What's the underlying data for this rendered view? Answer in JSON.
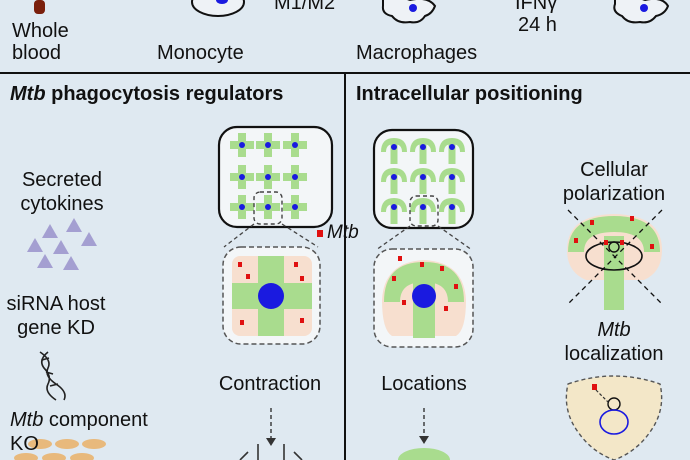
{
  "top": {
    "whole_blood_line1": "Whole",
    "whole_blood_line2": "blood",
    "monocyte": "Monocyte",
    "m1m2": "M1/M2",
    "macrophages": "Macrophages",
    "ifng": "IFNγ",
    "time": "24 h"
  },
  "left_panel": {
    "title_italic": "Mtb",
    "title_rest": " phagocytosis regulators",
    "secreted_line1": "Secreted",
    "secreted_line2": "cytokines",
    "sirna_line1": "siRNA host",
    "sirna_line2": "gene KD",
    "component_italic": "Mtb",
    "component_rest": " component",
    "ko": "KO",
    "contraction": "Contraction"
  },
  "middle": {
    "mtb_label": "Mtb"
  },
  "right_panel": {
    "title": "Intracellular positioning",
    "cellular_line1": "Cellular",
    "cellular_line2": "polarization",
    "localization_italic": "Mtb",
    "localization_line2": "localization",
    "locations": "Locations"
  },
  "colors": {
    "background": "#dfe9f1",
    "cell_green": "#a9dc8e",
    "cell_peach": "#f7dfcf",
    "nucleus_blue": "#1a1ae0",
    "mtb_red": "#e01010",
    "triangle_purple": "#a49fd1",
    "bacilli_tan": "#e8b97c",
    "tube_brown": "#7a1f0c"
  }
}
